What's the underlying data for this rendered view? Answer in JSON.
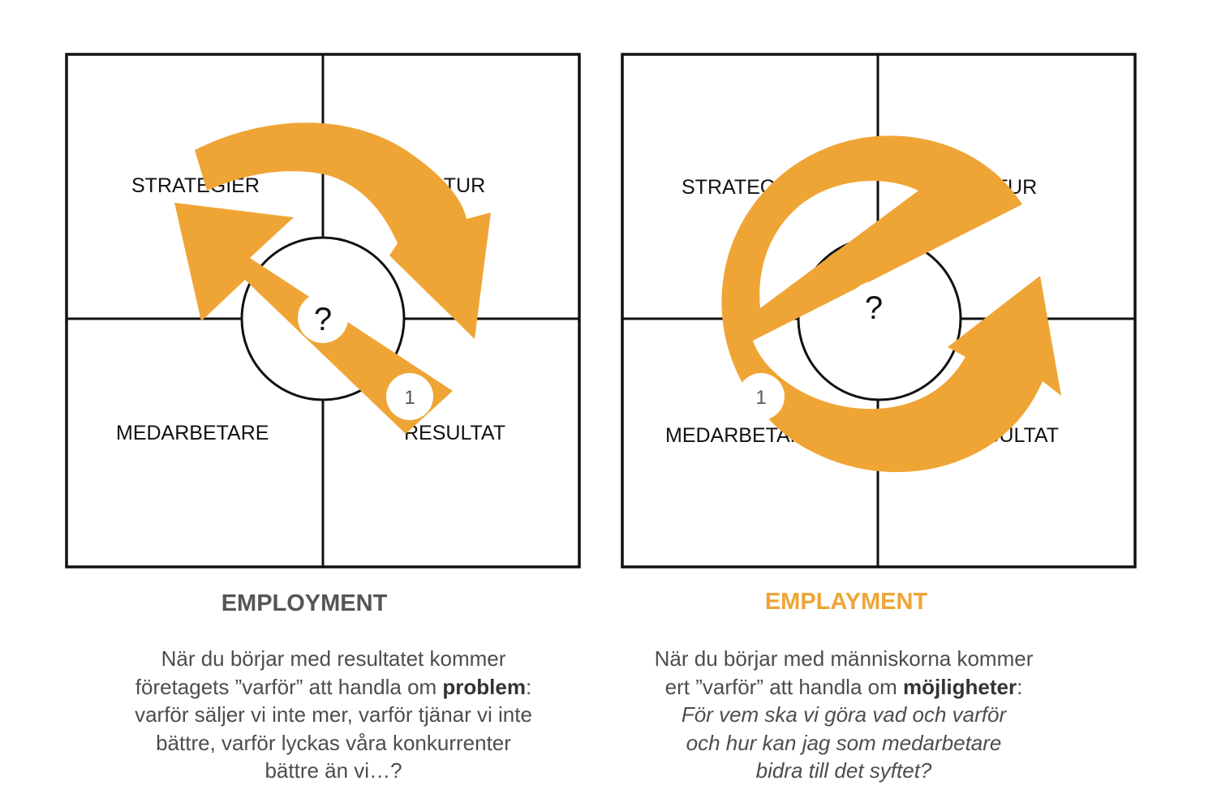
{
  "colors": {
    "accent": "#EFA535",
    "employment_title": "#555555",
    "emplayment_title": "#EFA535",
    "grid": "#111111",
    "text": "#4d4d4d"
  },
  "left": {
    "quadrants": {
      "top_left": "STRATEGIER",
      "top_right": "KULTUR",
      "bottom_left": "MEDARBETARE",
      "bottom_right": "RESULTAT"
    },
    "step_number": "1",
    "center_symbol": "?",
    "title": "EMPLOYMENT",
    "description": {
      "line1": "När du börjar med resultatet kommer",
      "line2_pre": "företagets ”varför” att handla om ",
      "line2_bold": "problem",
      "line2_post": ":",
      "line3": "varför säljer vi inte mer, varför tjänar vi inte",
      "line4": "bättre, varför lyckas våra konkurrenter",
      "line5": "bättre än vi…?"
    }
  },
  "right": {
    "quadrants": {
      "top_left": "STRATEGIER",
      "top_right": "KULTUR",
      "bottom_left": "MEDARBETARE",
      "bottom_right": "RESULTAT"
    },
    "step_number": "1",
    "center_symbol": "?",
    "title": "EMPLAYMENT",
    "description": {
      "line1": "När du börjar med människorna kommer",
      "line2_pre": "ert ”varför” att handla om ",
      "line2_bold": "möjligheter",
      "line2_post": ":",
      "line3": "För vem ska vi göra vad och varför",
      "line4": "och hur kan jag som medarbetare",
      "line5": "bidra till det syftet?"
    }
  }
}
